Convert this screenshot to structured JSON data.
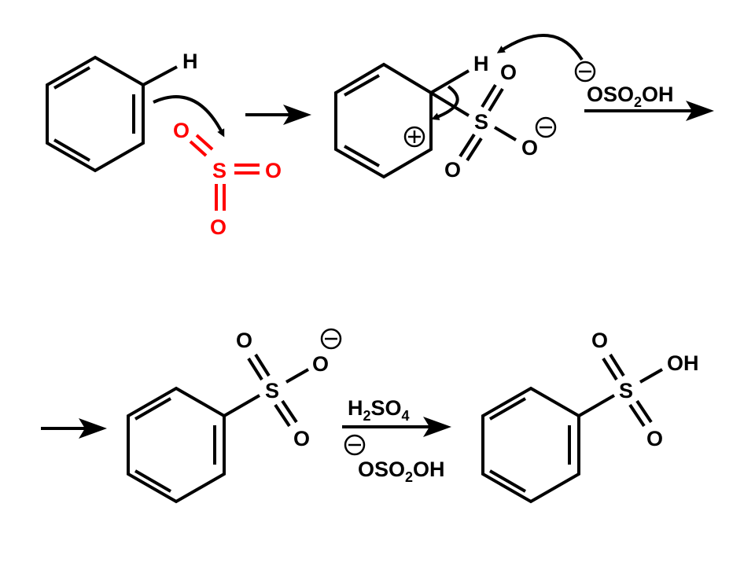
{
  "colors": {
    "ink": "#000000",
    "reagent": "#ff0000",
    "background": "#ffffff"
  },
  "step1": {
    "h_label": "H",
    "so3": {
      "o_top": "O",
      "s": "S",
      "o_right": "O",
      "o_bottom": "O"
    }
  },
  "step2": {
    "h_label": "H",
    "sulfonyl": {
      "o_top": "O",
      "s": "S",
      "o_right": "O",
      "o_bottom": "O"
    },
    "base": {
      "prefix": "OSO",
      "sub": "2",
      "suffix": "OH"
    }
  },
  "step3": {
    "sulfonyl": {
      "o_top": "O",
      "s": "S",
      "o_right": "O",
      "o_bottom": "O"
    }
  },
  "reagents": {
    "acid": {
      "h": "H",
      "h_sub": "2",
      "so": "SO",
      "so_sub": "4"
    },
    "base": {
      "prefix": "OSO",
      "sub": "2",
      "suffix": "OH"
    }
  },
  "product": {
    "o_top": "O",
    "s": "S",
    "oh": "OH",
    "o_bottom": "O"
  },
  "icons": [
    "positive-charge-icon",
    "negative-charge-icon",
    "reaction-arrow-icon",
    "curly-arrow-icon"
  ]
}
